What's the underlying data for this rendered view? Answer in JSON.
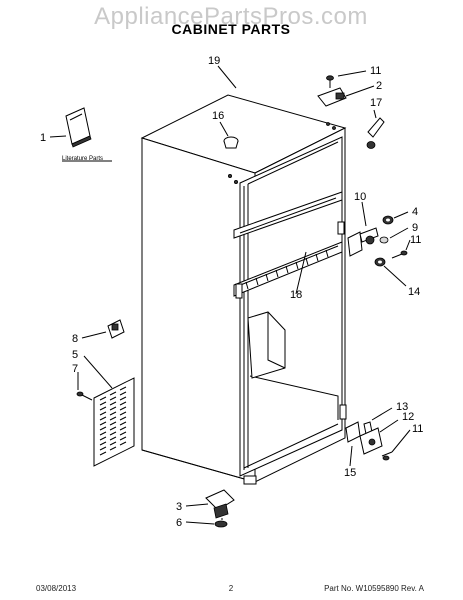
{
  "watermark": "AppliancePartsPros.com",
  "title": "CABINET PARTS",
  "literature_label": "Literature Parts",
  "callouts": {
    "c1": "1",
    "c2": "2",
    "c3": "3",
    "c4": "4",
    "c5": "5",
    "c6": "6",
    "c7": "7",
    "c8": "8",
    "c9": "9",
    "c10": "10",
    "c11a": "11",
    "c11b": "11",
    "c11c": "11",
    "c12": "12",
    "c13": "13",
    "c14": "14",
    "c15": "15",
    "c16": "16",
    "c17": "17",
    "c18": "18",
    "c19": "19"
  },
  "footer": {
    "date": "03/08/2013",
    "page": "2",
    "part_no": "Part No.  W10595890  Rev.  A"
  }
}
